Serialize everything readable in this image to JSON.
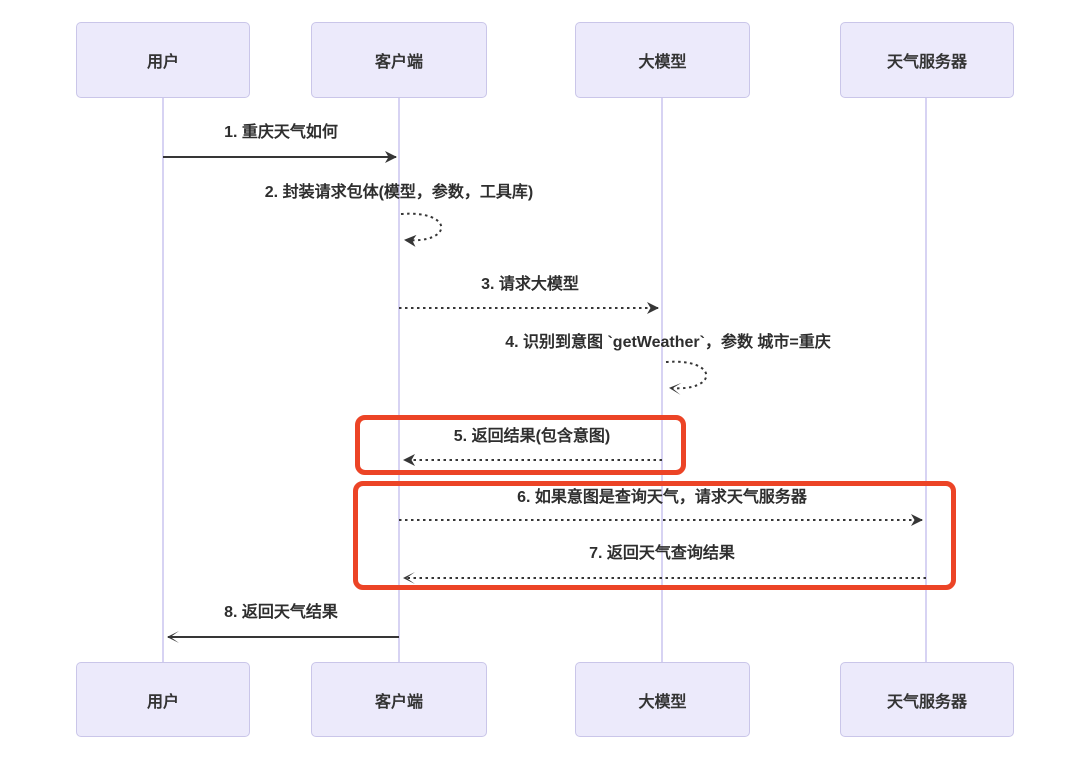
{
  "diagram_type": "sequence-diagram",
  "colors": {
    "background": "#ffffff",
    "actor_fill": "#eceafb",
    "actor_border": "#cac6e9",
    "lifeline": "#d7d3f3",
    "message_line": "#363636",
    "message_text": "#2e2e2e",
    "highlight_border": "#ec4426"
  },
  "participants": [
    {
      "id": "user",
      "label": "用户"
    },
    {
      "id": "client",
      "label": "客户端"
    },
    {
      "id": "model",
      "label": "大模型"
    },
    {
      "id": "weather",
      "label": "天气服务器"
    }
  ],
  "messages": [
    {
      "label": "1. 重庆天气如何",
      "from": "用户",
      "to": "客户端",
      "line": "solid",
      "arrow": "filled",
      "self": false,
      "highlighted": false
    },
    {
      "label": "2. 封装请求包体(模型，参数，工具库)",
      "from": "客户端",
      "to": "客户端",
      "line": "dashed",
      "arrow": "filled",
      "self": true,
      "highlighted": false
    },
    {
      "label": "3. 请求大模型",
      "from": "客户端",
      "to": "大模型",
      "line": "dashed",
      "arrow": "filled",
      "self": false,
      "highlighted": false
    },
    {
      "label": "4. 识别到意图 `getWeather`，参数 城市=重庆",
      "from": "大模型",
      "to": "大模型",
      "line": "dashed",
      "arrow": "open",
      "self": true,
      "highlighted": false
    },
    {
      "label": "5. 返回结果(包含意图)",
      "from": "大模型",
      "to": "客户端",
      "line": "dashed",
      "arrow": "filled",
      "self": false,
      "highlighted": true
    },
    {
      "label": "6. 如果意图是查询天气，请求天气服务器",
      "from": "客户端",
      "to": "天气服务器",
      "line": "dashed",
      "arrow": "filled",
      "self": false,
      "highlighted": true
    },
    {
      "label": "7. 返回天气查询结果",
      "from": "天气服务器",
      "to": "客户端",
      "line": "dashed",
      "arrow": "open",
      "self": false,
      "highlighted": true
    },
    {
      "label": "8. 返回天气结果",
      "from": "客户端",
      "to": "用户",
      "line": "solid",
      "arrow": "open",
      "self": false,
      "highlighted": false
    }
  ]
}
